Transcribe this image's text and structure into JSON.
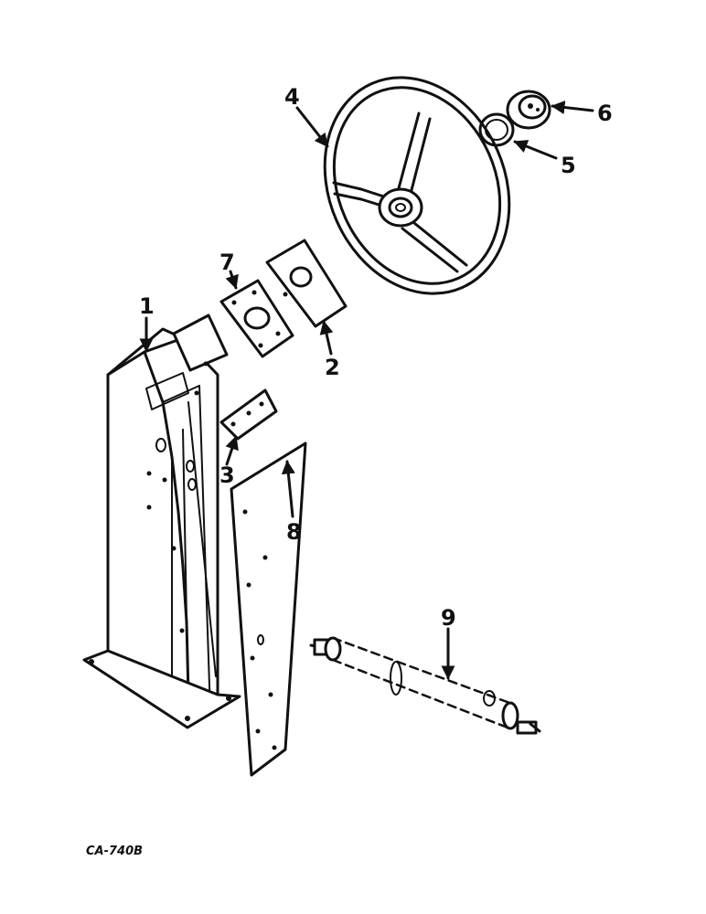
{
  "callouts": {
    "c1": "1",
    "c2": "2",
    "c3": "3",
    "c4": "4",
    "c5": "5",
    "c6": "6",
    "c7": "7",
    "c8": "8",
    "c9": "9"
  },
  "figure_code": "CA-740B"
}
